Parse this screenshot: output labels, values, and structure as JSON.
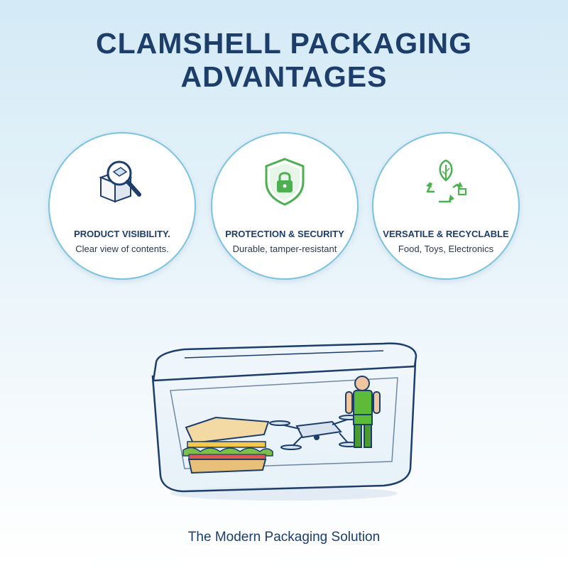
{
  "title": {
    "line1": "CLAMSHELL PACKAGING",
    "line2": "ADVANTAGES"
  },
  "cards": [
    {
      "heading": "PRODUCT VISIBILITY.",
      "description": "Clear view of contents.",
      "icon": "magnifier-box-icon"
    },
    {
      "heading": "PROTECTION & SECURITY",
      "description": "Durable, tamper-resistant",
      "icon": "shield-lock-icon"
    },
    {
      "heading": "VERSATILE & RECYCLABLE",
      "description": "Food, Toys, Electronics",
      "icon": "recycle-leaf-icon"
    }
  ],
  "illustration": {
    "name": "clamshell-container",
    "contents": [
      "sandwich",
      "drone",
      "action-figure"
    ]
  },
  "tagline": "The Modern Packaging Solution",
  "colors": {
    "title": "#1d3d6b",
    "ring": "#7cc3df",
    "accent_green": "#4caf50",
    "background_top": "#d3eaf6"
  }
}
